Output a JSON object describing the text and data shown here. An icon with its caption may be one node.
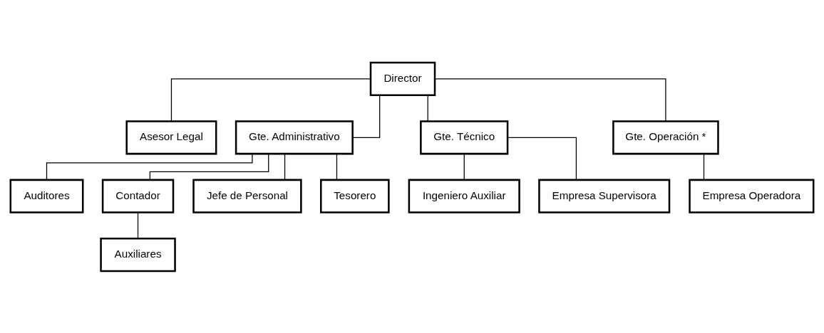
{
  "diagram": {
    "nodes": [
      {
        "text": [
          "Director"
        ]
      },
      {
        "text": [
          "Asesor Legal"
        ]
      },
      {
        "text": [
          "Gte. Administrativo"
        ]
      },
      {
        "text": [
          "Gte. Técnico"
        ]
      },
      {
        "text": [
          "Gte. Operación *"
        ]
      },
      {
        "text": [
          "Auditores"
        ]
      },
      {
        "text": [
          "Contador"
        ]
      },
      {
        "text": [
          "Jefe de Personal"
        ]
      },
      {
        "text": [
          "Tesorero"
        ]
      },
      {
        "text": [
          "Ingeniero Auxiliar"
        ]
      },
      {
        "text": [
          "Empresa Supervisora"
        ]
      },
      {
        "text": [
          "Empresa Operadora"
        ]
      },
      {
        "text": [
          "Auxiliares"
        ]
      }
    ],
    "edges": [
      {
        "from": 0,
        "to": 1,
        "arrow": "none"
      },
      {
        "from": 0,
        "to": 2,
        "arrow": "none"
      },
      {
        "from": 0,
        "to": 3,
        "arrow": "none"
      },
      {
        "from": 0,
        "to": 4,
        "arrow": "none"
      },
      {
        "from": 2,
        "to": 5,
        "arrow": "none"
      },
      {
        "from": 2,
        "to": 6,
        "arrow": "none"
      },
      {
        "from": 2,
        "to": 7,
        "arrow": "none"
      },
      {
        "from": 2,
        "to": 8,
        "arrow": "none"
      },
      {
        "from": 3,
        "to": 9,
        "arrow": "none"
      },
      {
        "from": 3,
        "to": 10,
        "arrow": "none"
      },
      {
        "from": 4,
        "to": 11,
        "arrow": "none"
      },
      {
        "from": 6,
        "to": 12,
        "arrow": "none"
      }
    ]
  }
}
